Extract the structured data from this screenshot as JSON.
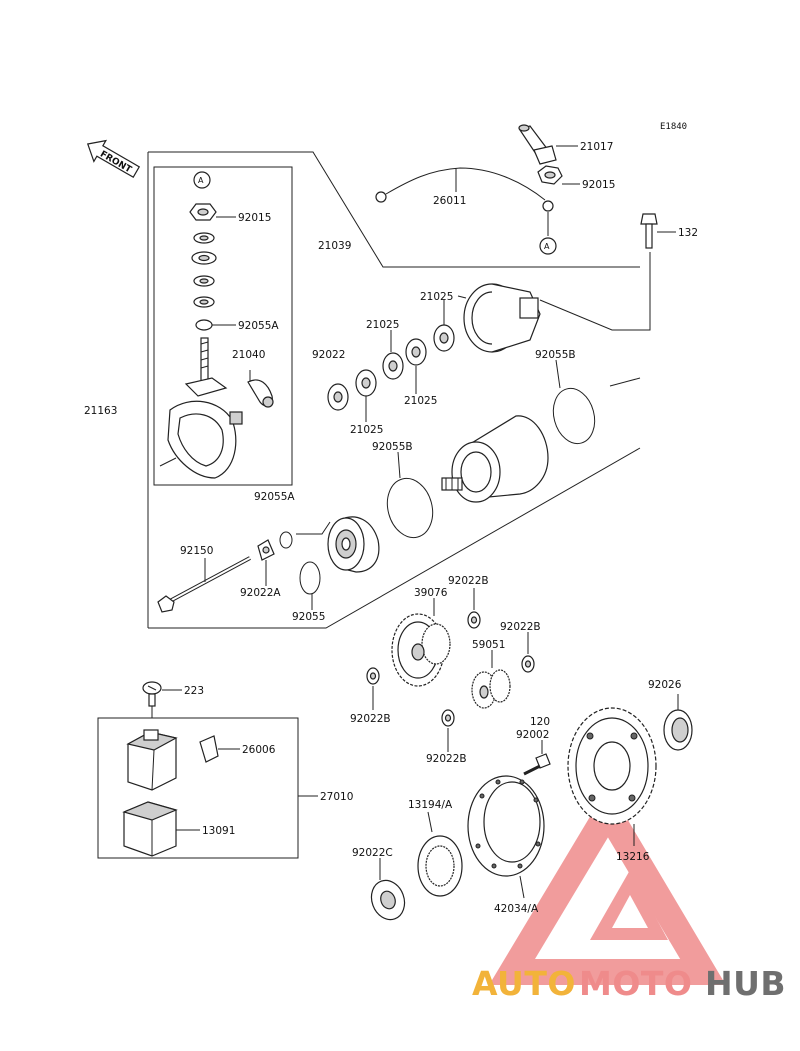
{
  "diagram": {
    "code": "E1840",
    "front_label": "FRONT",
    "ref_letter": "A",
    "parts": {
      "p21017": "21017",
      "p92015_top": "92015",
      "p26011": "26011",
      "p132": "132",
      "p92015_left": "92015",
      "p21039": "21039",
      "p92055A_1": "92055A",
      "p21040": "21040",
      "p21163": "21163",
      "p21025_1": "21025",
      "p21025_2": "21025",
      "p21025_3": "21025",
      "p21025_4": "21025",
      "p92022": "92022",
      "p92055B_1": "92055B",
      "p92055B_2": "92055B",
      "p92055A_2": "92055A",
      "p92150": "92150",
      "p92022A": "92022A",
      "p92055": "92055",
      "p39076": "39076",
      "p92022B_1": "92022B",
      "p92022B_2": "92022B",
      "p59051": "59051",
      "p92022B_3": "92022B",
      "p92022B_4": "92022B",
      "p223": "223",
      "p26006": "26006",
      "p27010": "27010",
      "p13091": "13091",
      "p120": "120",
      "p92002": "92002",
      "p92026": "92026",
      "p13194A": "13194/A",
      "p92022C": "92022C",
      "p42034A": "42034/A",
      "p13216": "13216"
    }
  },
  "watermark": {
    "part1": "AUTO",
    "part2": "MOTO",
    "part3": "HUB",
    "colors": {
      "auto": "#f2b33a",
      "moto": "#ef8b8b",
      "hub": "#6f6f6f",
      "triangle": "#ef8b8b"
    }
  }
}
